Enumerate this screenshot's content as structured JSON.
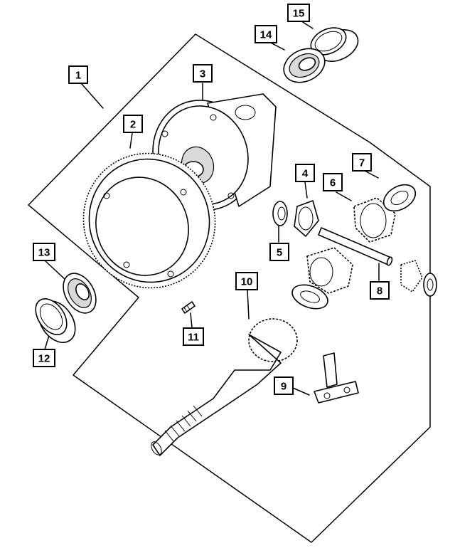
{
  "colors": {
    "line": "#000000",
    "background": "#ffffff",
    "shade": "#d9d9d9"
  },
  "callouts": [
    {
      "id": "1",
      "label": "1"
    },
    {
      "id": "2",
      "label": "2"
    },
    {
      "id": "3",
      "label": "3"
    },
    {
      "id": "4",
      "label": "4"
    },
    {
      "id": "5",
      "label": "5"
    },
    {
      "id": "6",
      "label": "6"
    },
    {
      "id": "7",
      "label": "7"
    },
    {
      "id": "8",
      "label": "8"
    },
    {
      "id": "9",
      "label": "9"
    },
    {
      "id": "10",
      "label": "10"
    },
    {
      "id": "11",
      "label": "11"
    },
    {
      "id": "12",
      "label": "12"
    },
    {
      "id": "13",
      "label": "13"
    },
    {
      "id": "14",
      "label": "14"
    },
    {
      "id": "15",
      "label": "15"
    }
  ]
}
